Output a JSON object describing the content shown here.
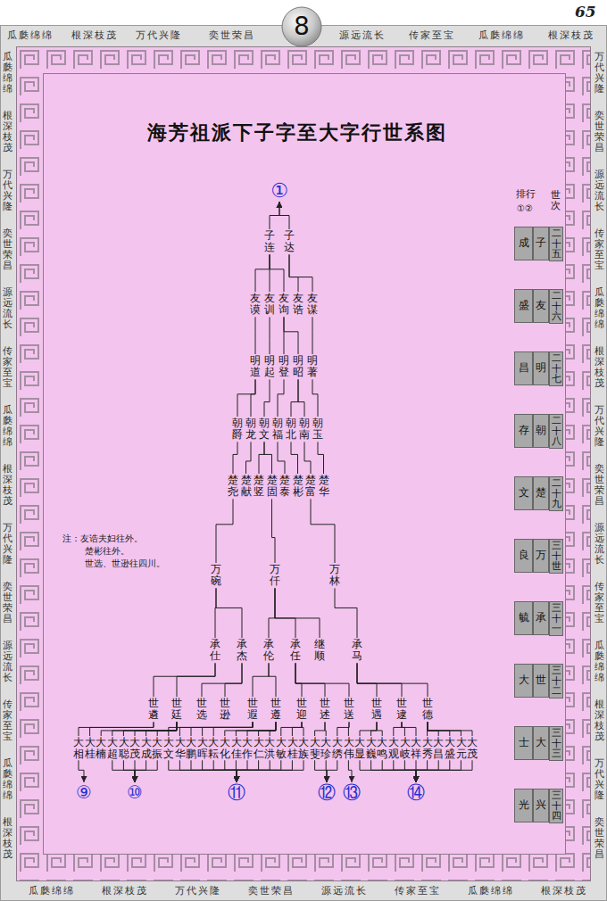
{
  "diagram": {
    "title": "海芳祖派下子字至大字行世系图",
    "nodes": [
      {
        "text": [
          "①"
        ]
      },
      {
        "text": [
          "子连"
        ]
      },
      {
        "text": [
          "子达"
        ]
      },
      {
        "text": [
          "友谟"
        ]
      },
      {
        "text": [
          "友训"
        ]
      },
      {
        "text": [
          "友询"
        ]
      },
      {
        "text": [
          "友诰"
        ]
      },
      {
        "text": [
          "友谋"
        ]
      },
      {
        "text": [
          "明道"
        ]
      },
      {
        "text": [
          "明起"
        ]
      },
      {
        "text": [
          "明登"
        ]
      },
      {
        "text": [
          "明昭"
        ]
      },
      {
        "text": [
          "明著"
        ]
      },
      {
        "text": [
          "朝爵"
        ]
      },
      {
        "text": [
          "朝龙"
        ]
      },
      {
        "text": [
          "朝文"
        ]
      },
      {
        "text": [
          "朝福"
        ]
      },
      {
        "text": [
          "朝北"
        ]
      },
      {
        "text": [
          "朝南"
        ]
      },
      {
        "text": [
          "朝玉"
        ]
      },
      {
        "text": [
          "楚尧"
        ]
      },
      {
        "text": [
          "楚献"
        ]
      },
      {
        "text": [
          "楚竖"
        ]
      },
      {
        "text": [
          "楚固"
        ]
      },
      {
        "text": [
          "楚泰"
        ]
      },
      {
        "text": [
          "楚彬"
        ]
      },
      {
        "text": [
          "楚富"
        ]
      },
      {
        "text": [
          "楚华"
        ]
      },
      {
        "text": [
          "万碗"
        ]
      },
      {
        "text": [
          "万仟"
        ]
      },
      {
        "text": [
          "万林"
        ]
      },
      {
        "text": [
          "承仕"
        ]
      },
      {
        "text": [
          "承杰"
        ]
      },
      {
        "text": [
          "承伦"
        ]
      },
      {
        "text": [
          "承任"
        ]
      },
      {
        "text": [
          "继顺"
        ]
      },
      {
        "text": [
          "承马"
        ]
      },
      {
        "text": [
          "世遴"
        ]
      },
      {
        "text": [
          "世廷"
        ]
      },
      {
        "text": [
          "世选"
        ]
      },
      {
        "text": [
          "世逊"
        ]
      },
      {
        "text": [
          "世遐"
        ]
      },
      {
        "text": [
          "世遵"
        ]
      },
      {
        "text": [
          "世迎"
        ]
      },
      {
        "text": [
          "世述"
        ]
      },
      {
        "text": [
          "世送"
        ]
      },
      {
        "text": [
          "世遇"
        ]
      },
      {
        "text": [
          "世逮"
        ]
      },
      {
        "text": [
          "世德"
        ]
      },
      {
        "text": [
          "大相"
        ]
      },
      {
        "text": [
          "大桂"
        ]
      },
      {
        "text": [
          "大楠"
        ]
      },
      {
        "text": [
          "大超"
        ]
      },
      {
        "text": [
          "大聪"
        ]
      },
      {
        "text": [
          "大茂"
        ]
      },
      {
        "text": [
          "大成"
        ]
      },
      {
        "text": [
          "大振"
        ]
      },
      {
        "text": [
          "大文"
        ]
      },
      {
        "text": [
          "大华"
        ]
      },
      {
        "text": [
          "大鹏"
        ]
      },
      {
        "text": [
          "大晖"
        ]
      },
      {
        "text": [
          "大耘"
        ]
      },
      {
        "text": [
          "大化"
        ]
      },
      {
        "text": [
          "大佳"
        ]
      },
      {
        "text": [
          "大作"
        ]
      },
      {
        "text": [
          "大仁"
        ]
      },
      {
        "text": [
          "大洪"
        ]
      },
      {
        "text": [
          "大敏"
        ]
      },
      {
        "text": [
          "大桂"
        ]
      },
      {
        "text": [
          "大族"
        ]
      },
      {
        "text": [
          "大斐"
        ]
      },
      {
        "text": [
          "大珍"
        ]
      },
      {
        "text": [
          "大绣"
        ]
      },
      {
        "text": [
          "大伟"
        ]
      },
      {
        "text": [
          "大显"
        ]
      },
      {
        "text": [
          "大巍"
        ]
      },
      {
        "text": [
          "大鸣"
        ]
      },
      {
        "text": [
          "大观"
        ]
      },
      {
        "text": [
          "大岐"
        ]
      },
      {
        "text": [
          "大祥"
        ]
      },
      {
        "text": [
          "大秀"
        ]
      },
      {
        "text": [
          "大昌"
        ]
      },
      {
        "text": [
          "大盛"
        ]
      },
      {
        "text": [
          "大元"
        ]
      },
      {
        "text": [
          "大茂"
        ]
      },
      {
        "text": [
          "⑨"
        ]
      },
      {
        "text": [
          "⑩"
        ]
      },
      {
        "text": [
          "⑪"
        ]
      },
      {
        "text": [
          "⑫"
        ]
      },
      {
        "text": [
          "⑬"
        ]
      },
      {
        "text": [
          "⑭"
        ]
      }
    ],
    "edges": [
      {
        "from": 1,
        "to": 0,
        "arrow": "to"
      },
      {
        "from": 2,
        "to": 0,
        "arrow": "to"
      },
      {
        "from": 1,
        "to": 3,
        "arrow": "none"
      },
      {
        "from": 1,
        "to": 4,
        "arrow": "none"
      },
      {
        "from": 1,
        "to": 5,
        "arrow": "none"
      },
      {
        "from": 2,
        "to": 6,
        "arrow": "none"
      },
      {
        "from": 2,
        "to": 7,
        "arrow": "none"
      },
      {
        "from": 3,
        "to": 8,
        "arrow": "none"
      },
      {
        "from": 4,
        "to": 9,
        "arrow": "none"
      },
      {
        "from": 5,
        "to": 10,
        "arrow": "none"
      },
      {
        "from": 5,
        "to": 11,
        "arrow": "none"
      },
      {
        "from": 7,
        "to": 12,
        "arrow": "none"
      },
      {
        "from": 8,
        "to": 13,
        "arrow": "none"
      },
      {
        "from": 8,
        "to": 14,
        "arrow": "none"
      },
      {
        "from": 9,
        "to": 15,
        "arrow": "none"
      },
      {
        "from": 10,
        "to": 16,
        "arrow": "none"
      },
      {
        "from": 11,
        "to": 17,
        "arrow": "none"
      },
      {
        "from": 11,
        "to": 18,
        "arrow": "none"
      },
      {
        "from": 12,
        "to": 19,
        "arrow": "none"
      },
      {
        "from": 13,
        "to": 20,
        "arrow": "none"
      },
      {
        "from": 14,
        "to": 21,
        "arrow": "none"
      },
      {
        "from": 15,
        "to": 22,
        "arrow": "none"
      },
      {
        "from": 15,
        "to": 23,
        "arrow": "none"
      },
      {
        "from": 16,
        "to": 24,
        "arrow": "none"
      },
      {
        "from": 17,
        "to": 25,
        "arrow": "none"
      },
      {
        "from": 18,
        "to": 26,
        "arrow": "none"
      },
      {
        "from": 19,
        "to": 27,
        "arrow": "none"
      },
      {
        "from": 20,
        "to": 28,
        "arrow": "none"
      },
      {
        "from": 23,
        "to": 29,
        "arrow": "none"
      },
      {
        "from": 26,
        "to": 30,
        "arrow": "none"
      },
      {
        "from": 28,
        "to": 31,
        "arrow": "none"
      },
      {
        "from": 28,
        "to": 32,
        "arrow": "none"
      },
      {
        "from": 29,
        "to": 33,
        "arrow": "none"
      },
      {
        "from": 29,
        "to": 34,
        "arrow": "none"
      },
      {
        "from": 29,
        "to": 35,
        "arrow": "none"
      },
      {
        "from": 30,
        "to": 36,
        "arrow": "none"
      },
      {
        "from": 31,
        "to": 37,
        "arrow": "none"
      },
      {
        "from": 31,
        "to": 38,
        "arrow": "none"
      },
      {
        "from": 32,
        "to": 39,
        "arrow": "none"
      },
      {
        "from": 32,
        "to": 40,
        "arrow": "none"
      },
      {
        "from": 33,
        "to": 41,
        "arrow": "none"
      },
      {
        "from": 33,
        "to": 42,
        "arrow": "none"
      },
      {
        "from": 34,
        "to": 43,
        "arrow": "none"
      },
      {
        "from": 34,
        "to": 44,
        "arrow": "none"
      },
      {
        "from": 34,
        "to": 45,
        "arrow": "none"
      },
      {
        "from": 36,
        "to": 46,
        "arrow": "none"
      },
      {
        "from": 36,
        "to": 47,
        "arrow": "none"
      },
      {
        "from": 36,
        "to": 48,
        "arrow": "none"
      },
      {
        "from": 37,
        "to": 49,
        "arrow": "none"
      },
      {
        "from": 37,
        "to": 50,
        "arrow": "none"
      },
      {
        "from": 38,
        "to": 51,
        "arrow": "none"
      },
      {
        "from": 38,
        "to": 52,
        "arrow": "none"
      },
      {
        "from": 38,
        "to": 53,
        "arrow": "none"
      },
      {
        "from": 38,
        "to": 54,
        "arrow": "none"
      },
      {
        "from": 38,
        "to": 55,
        "arrow": "none"
      },
      {
        "from": 38,
        "to": 56,
        "arrow": "none"
      },
      {
        "from": 41,
        "to": 57,
        "arrow": "none"
      },
      {
        "from": 41,
        "to": 58,
        "arrow": "none"
      },
      {
        "from": 41,
        "to": 59,
        "arrow": "none"
      },
      {
        "from": 41,
        "to": 60,
        "arrow": "none"
      },
      {
        "from": 41,
        "to": 61,
        "arrow": "none"
      },
      {
        "from": 42,
        "to": 62,
        "arrow": "none"
      },
      {
        "from": 42,
        "to": 63,
        "arrow": "none"
      },
      {
        "from": 42,
        "to": 64,
        "arrow": "none"
      },
      {
        "from": 42,
        "to": 65,
        "arrow": "none"
      },
      {
        "from": 42,
        "to": 66,
        "arrow": "none"
      },
      {
        "from": 43,
        "to": 67,
        "arrow": "none"
      },
      {
        "from": 43,
        "to": 68,
        "arrow": "none"
      },
      {
        "from": 43,
        "to": 69,
        "arrow": "none"
      },
      {
        "from": 44,
        "to": 70,
        "arrow": "none"
      },
      {
        "from": 44,
        "to": 71,
        "arrow": "none"
      },
      {
        "from": 45,
        "to": 72,
        "arrow": "none"
      },
      {
        "from": 45,
        "to": 73,
        "arrow": "none"
      },
      {
        "from": 46,
        "to": 74,
        "arrow": "none"
      },
      {
        "from": 46,
        "to": 75,
        "arrow": "none"
      },
      {
        "from": 46,
        "to": 76,
        "arrow": "none"
      },
      {
        "from": 47,
        "to": 77,
        "arrow": "none"
      },
      {
        "from": 47,
        "to": 78,
        "arrow": "none"
      },
      {
        "from": 47,
        "to": 79,
        "arrow": "none"
      },
      {
        "from": 48,
        "to": 80,
        "arrow": "none"
      },
      {
        "from": 48,
        "to": 81,
        "arrow": "none"
      },
      {
        "from": 48,
        "to": 82,
        "arrow": "none"
      },
      {
        "from": 48,
        "to": 83,
        "arrow": "none"
      },
      {
        "from": 48,
        "to": 84,
        "arrow": "none"
      },
      {
        "from": 49,
        "to": 85,
        "arrow": "to"
      },
      {
        "from": 52,
        "to": 86,
        "arrow": "to"
      },
      {
        "from": 53,
        "to": 86,
        "arrow": "to"
      },
      {
        "from": 54,
        "to": 86,
        "arrow": "to"
      },
      {
        "from": 55,
        "to": 86,
        "arrow": "to"
      },
      {
        "from": 56,
        "to": 86,
        "arrow": "to"
      },
      {
        "from": 57,
        "to": 87,
        "arrow": "to"
      },
      {
        "from": 58,
        "to": 87,
        "arrow": "to"
      },
      {
        "from": 59,
        "to": 87,
        "arrow": "to"
      },
      {
        "from": 60,
        "to": 87,
        "arrow": "to"
      },
      {
        "from": 61,
        "to": 87,
        "arrow": "to"
      },
      {
        "from": 62,
        "to": 87,
        "arrow": "to"
      },
      {
        "from": 63,
        "to": 87,
        "arrow": "to"
      },
      {
        "from": 64,
        "to": 87,
        "arrow": "to"
      },
      {
        "from": 65,
        "to": 87,
        "arrow": "to"
      },
      {
        "from": 66,
        "to": 87,
        "arrow": "to"
      },
      {
        "from": 67,
        "to": 87,
        "arrow": "to"
      },
      {
        "from": 68,
        "to": 87,
        "arrow": "to"
      },
      {
        "from": 69,
        "to": 87,
        "arrow": "to"
      },
      {
        "from": 70,
        "to": 88,
        "arrow": "to"
      },
      {
        "from": 71,
        "to": 88,
        "arrow": "to"
      },
      {
        "from": 72,
        "to": 88,
        "arrow": "to"
      },
      {
        "from": 73,
        "to": 89,
        "arrow": "to"
      },
      {
        "from": 74,
        "to": 90,
        "arrow": "to"
      },
      {
        "from": 75,
        "to": 90,
        "arrow": "to"
      },
      {
        "from": 76,
        "to": 90,
        "arrow": "to"
      },
      {
        "from": 77,
        "to": 90,
        "arrow": "to"
      },
      {
        "from": 78,
        "to": 90,
        "arrow": "to"
      },
      {
        "from": 79,
        "to": 90,
        "arrow": "to"
      },
      {
        "from": 80,
        "to": 90,
        "arrow": "to"
      },
      {
        "from": 81,
        "to": 90,
        "arrow": "to"
      },
      {
        "from": 82,
        "to": 90,
        "arrow": "to"
      },
      {
        "from": 83,
        "to": 90,
        "arrow": "to"
      },
      {
        "from": 84,
        "to": 90,
        "arrow": "to"
      }
    ],
    "labels": [
      "8",
      "65",
      "瓜瓞绵绵",
      "根深枝茂",
      "万代兴隆",
      "奕世荣昌",
      "源远流长",
      "传家至宝",
      "瓜瓞绵绵",
      "根深枝茂",
      "瓜瓞绵绵",
      "根深枝茂",
      "万代兴隆",
      "奕世荣昌",
      "源远流长",
      "传家至宝",
      "瓜瓞绵绵",
      "根深枝茂",
      "万代兴隆",
      "奕世荣昌",
      "源远流长",
      "传家至宝",
      "瓜瓞绵绵",
      "根深枝茂",
      "万代兴隆",
      "奕世荣昌",
      "源远流长",
      "传家至宝",
      "瓜瓞绵绵",
      "根深枝茂",
      "万代兴隆",
      "奕世荣昌",
      "源远流长",
      "传家至宝",
      "瓜瓞绵绵",
      "根深枝茂",
      "万代兴隆",
      "奕世荣昌",
      "瓜瓞绵绵",
      "根深枝茂",
      "万代兴隆",
      "奕世荣昌",
      "源远流长",
      "传家至宝",
      "瓜瓞绵绵",
      "根深枝茂",
      "排行",
      "①②",
      "世次",
      "成",
      "子",
      "二十五",
      "盛",
      "友",
      "二十六",
      "昌",
      "明",
      "二十七",
      "存",
      "朝",
      "二十八",
      "文",
      "楚",
      "二十九",
      "良",
      "万",
      "三十世",
      "毓",
      "承",
      "三十一",
      "大",
      "世",
      "三十二",
      "士",
      "大",
      "三十三",
      "光",
      "兴",
      "三十四",
      "注：友诰夫妇往外。",
      "楚彬往外。",
      "世选、世逊往四川。"
    ]
  }
}
